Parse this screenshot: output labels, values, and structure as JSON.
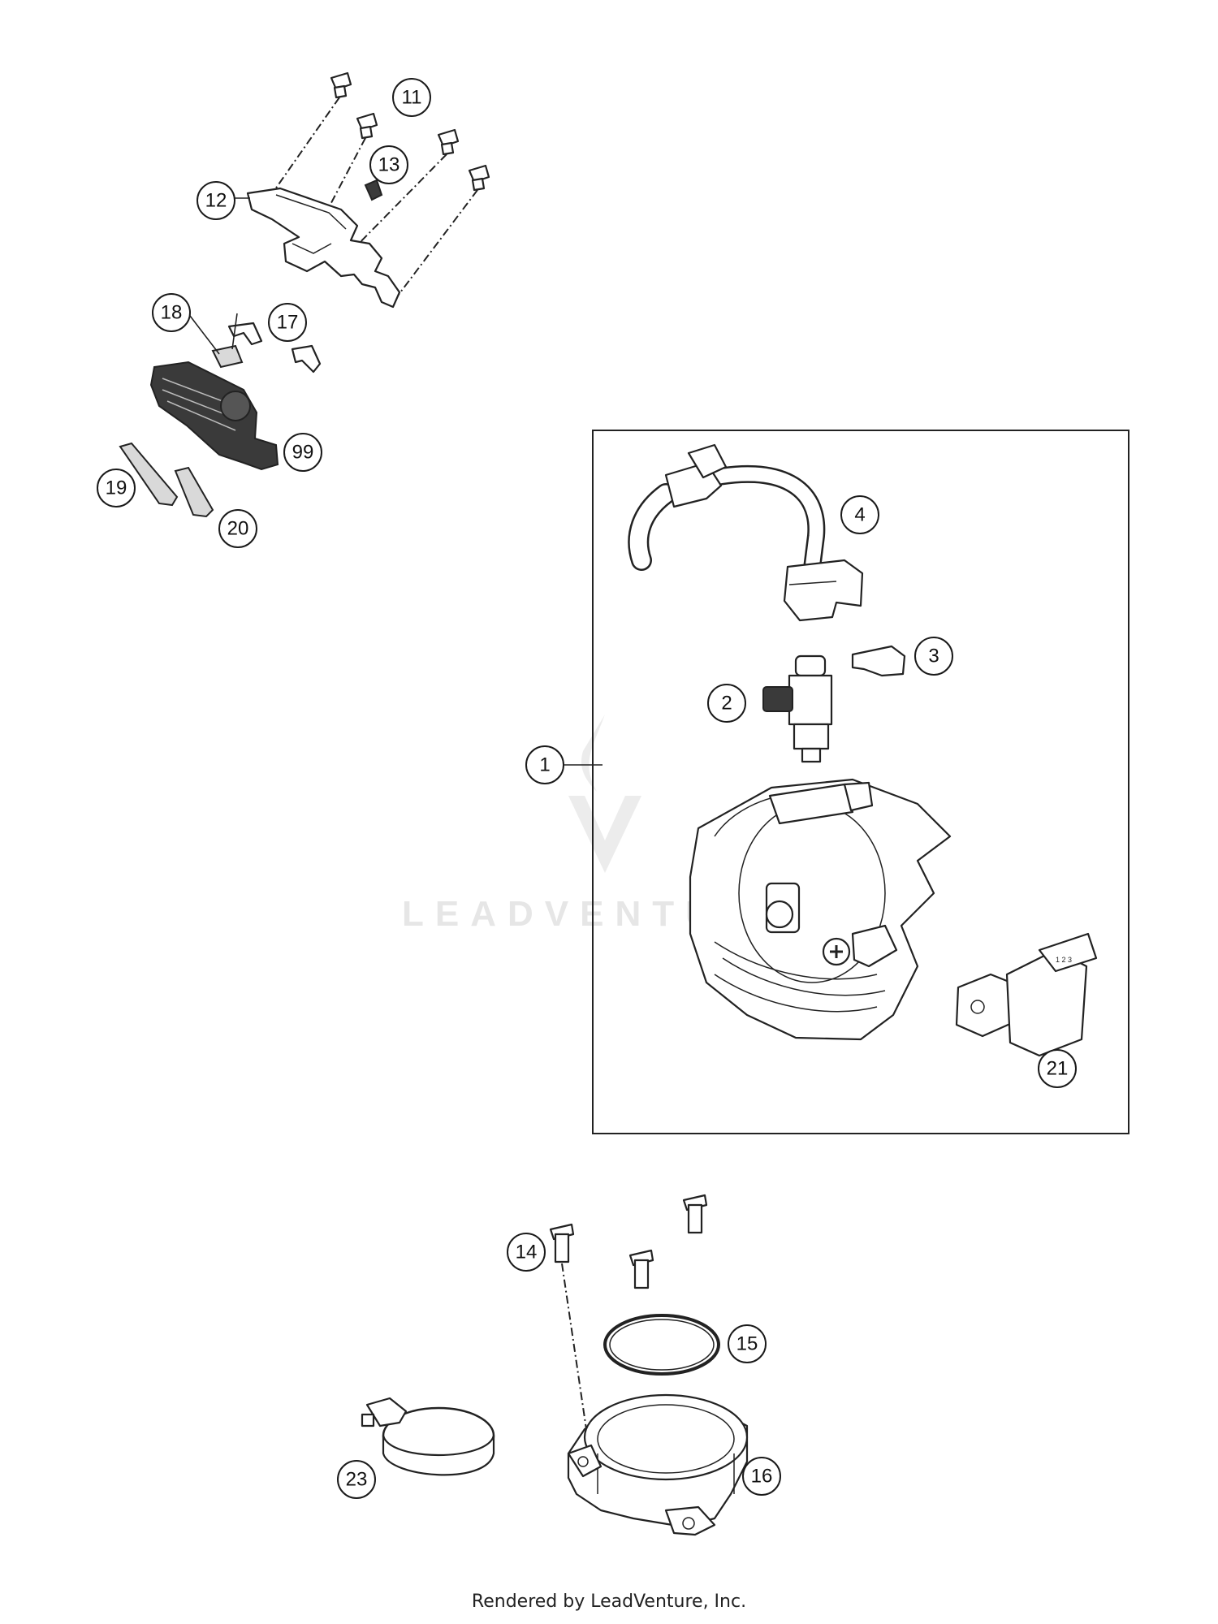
{
  "callouts": {
    "c1": "1",
    "c2": "2",
    "c3": "3",
    "c4": "4",
    "c11": "11",
    "c12": "12",
    "c13": "13",
    "c14": "14",
    "c15": "15",
    "c16": "16",
    "c17": "17",
    "c18": "18",
    "c19": "19",
    "c20": "20",
    "c21": "21",
    "c23": "23",
    "c99": "99"
  },
  "watermark": {
    "text": "LEADVENTURE"
  },
  "footer": {
    "text": "Rendered by LeadVenture, Inc."
  }
}
